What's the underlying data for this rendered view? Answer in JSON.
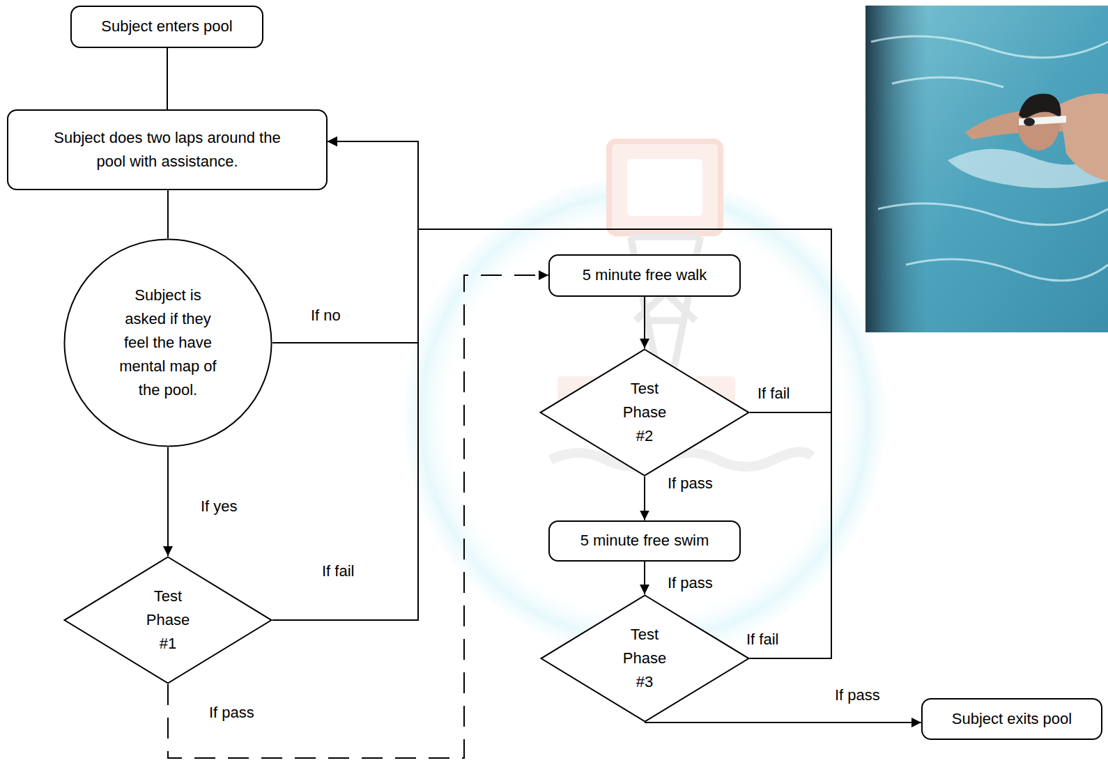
{
  "diagram": {
    "nodes": [
      {
        "text": [
          "Subject enters pool"
        ]
      },
      {
        "text": [
          "Subject does two laps around the pool with assistance."
        ]
      },
      {
        "text": [
          "Subject is asked if they feel the have mental map of the pool."
        ]
      },
      {
        "text": [
          "Test Phase #1"
        ]
      },
      {
        "text": [
          "5 minute free walk"
        ]
      },
      {
        "text": [
          "Test Phase #2"
        ]
      },
      {
        "text": [
          "5 minute free swim"
        ]
      },
      {
        "text": [
          "Test Phase #3"
        ]
      },
      {
        "text": [
          "Subject exits pool"
        ]
      }
    ],
    "edges": [
      {
        "from": 0,
        "to": 1,
        "arrow": "none"
      },
      {
        "from": 1,
        "to": 2,
        "arrow": "none"
      },
      {
        "from": 2,
        "to": 3,
        "label": "If yes",
        "arrow": "to"
      },
      {
        "from": 2,
        "to": 1,
        "label": "If no",
        "arrow": "to"
      },
      {
        "from": 3,
        "to": 1,
        "label": "If fail",
        "arrow": "to"
      },
      {
        "from": 3,
        "to": 4,
        "label": "If pass",
        "arrow": "to"
      },
      {
        "from": 4,
        "to": 5,
        "arrow": "to"
      },
      {
        "from": 5,
        "to": 1,
        "label": "If fail",
        "arrow": "to"
      },
      {
        "from": 5,
        "to": 6,
        "label": "If pass",
        "arrow": "to"
      },
      {
        "from": 6,
        "to": 7,
        "label": "If pass",
        "arrow": "to"
      },
      {
        "from": 7,
        "to": 1,
        "label": "If fail",
        "arrow": "to"
      },
      {
        "from": 7,
        "to": 8,
        "label": "If pass",
        "arrow": "to"
      }
    ]
  }
}
